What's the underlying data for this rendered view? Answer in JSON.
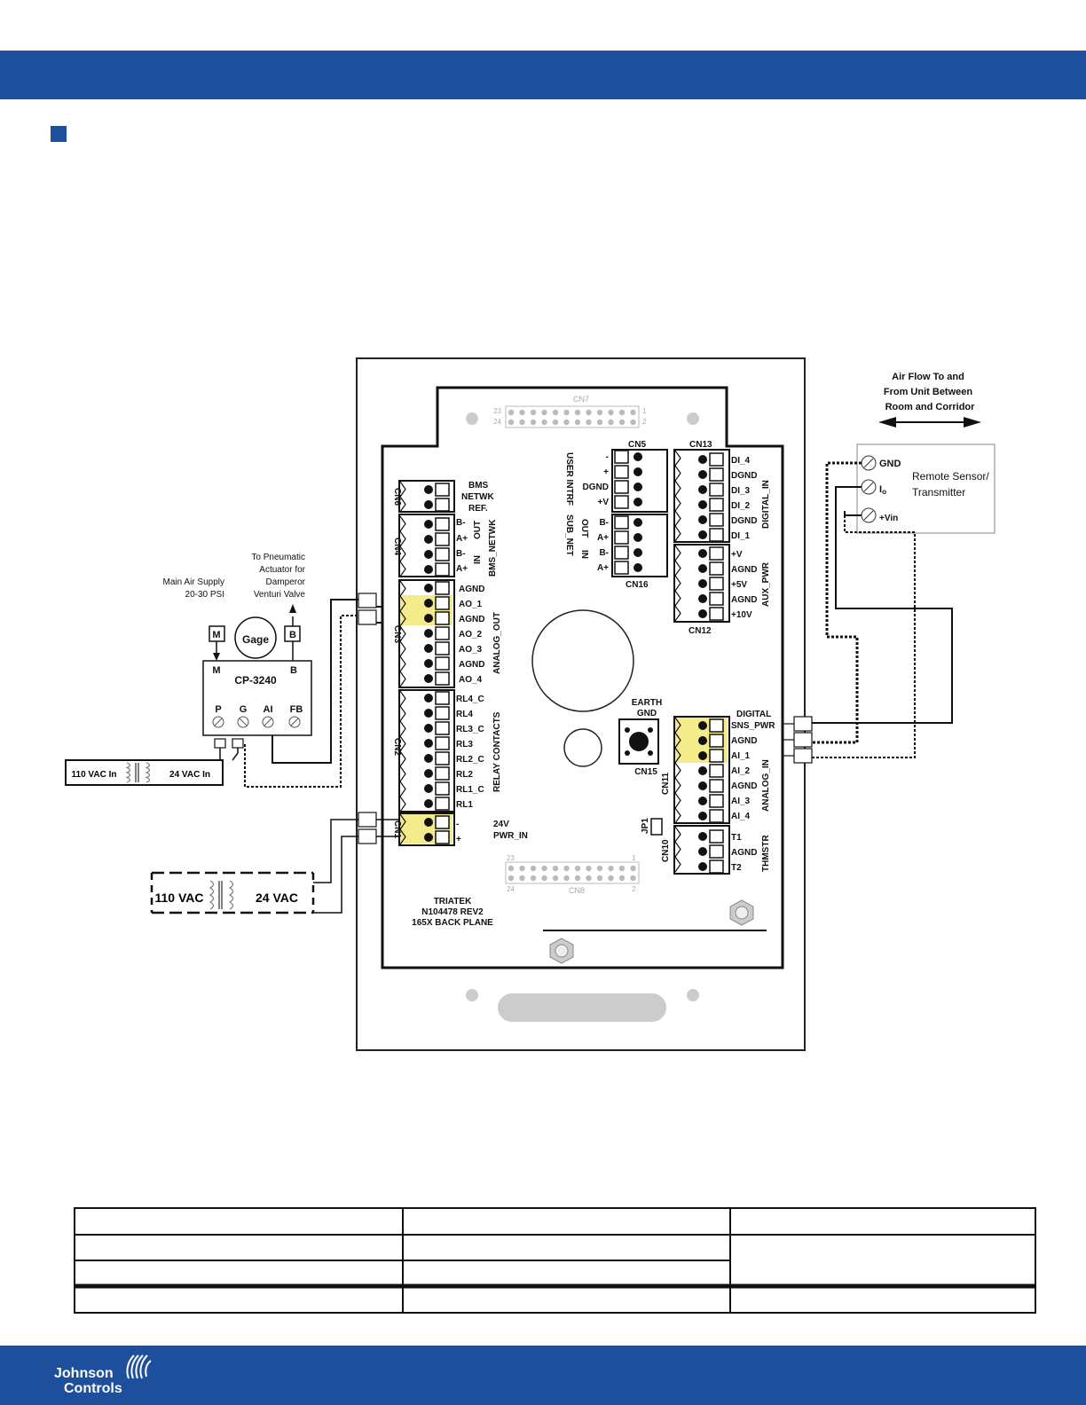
{
  "header": {
    "color": "#1d4f9c"
  },
  "diagram": {
    "board": {
      "name": "TRIATEK",
      "part": "N104478 REV2",
      "desc": "165X BACK PLANE",
      "cn7": "CN7",
      "cn8": "CN8",
      "cn7_pins": [
        "23",
        "24",
        "1",
        "2"
      ],
      "cn8_pins": [
        "23",
        "24",
        "1",
        "2"
      ],
      "earth": [
        "EARTH",
        "GND"
      ],
      "cn15": "CN15",
      "jp1": "JP1",
      "pwr_in": [
        "24V",
        "PWR_IN"
      ]
    },
    "connectors": {
      "cn6": "CN6",
      "cn4": "CN4",
      "cn3": "CN3",
      "cn2": "CN2",
      "cn1": "CN1",
      "cn5": "CN5",
      "cn16": "CN16",
      "cn13": "CN13",
      "cn12": "CN12",
      "cn11": "CN11",
      "cn10": "CN10"
    },
    "left_labels": {
      "bms": [
        "BMS",
        "NETWK",
        "REF."
      ],
      "cn4_pins": [
        "B-",
        "A+",
        "B-",
        "A+"
      ],
      "out": "OUT",
      "in": "IN",
      "bms_netwk": "BMS_NETWK",
      "cn3_pins": [
        "AGND",
        "AO_1",
        "AGND",
        "AO_2",
        "AO_3",
        "AGND",
        "AO_4"
      ],
      "analog_out": "ANALOG_OUT",
      "cn2_pins": [
        "RL4_C",
        "RL4",
        "RL3_C",
        "RL3",
        "RL2_C",
        "RL2",
        "RL1_C",
        "RL1"
      ],
      "relay": "RELAY CONTACTS",
      "cn1_pins": [
        "-",
        "+"
      ]
    },
    "mid_labels": {
      "cn5_pins": [
        "-",
        "+",
        "DGND",
        "+V"
      ],
      "cn16_pins": [
        "B-",
        "A+",
        "B-",
        "A+"
      ],
      "user": "USER INTRF",
      "sub": "SUB_NET",
      "out": "OUT",
      "in": "IN"
    },
    "right_labels": {
      "cn13_pins": [
        "DI_4",
        "DGND",
        "DI_3",
        "DI_2",
        "DGND",
        "DI_1"
      ],
      "digital_in": "DIGITAL_IN",
      "cn12_pins": [
        "+V",
        "AGND",
        "+5V",
        "AGND",
        "+10V"
      ],
      "aux_pwr": "AUX_PWR",
      "digital": "DIGITAL",
      "cn11_pins": [
        "SNS_PWR",
        "AGND",
        "AI_1",
        "AI_2",
        "AGND",
        "AI_3",
        "AI_4"
      ],
      "analog_in": "ANALOG_IN",
      "cn10_pins": [
        "T1",
        "AGND",
        "T2"
      ],
      "thmstr": "THMSTR"
    },
    "airflow": [
      "Air Flow To and",
      "From Unit Between",
      "Room and Corridor"
    ],
    "sensor": {
      "terms": [
        "GND",
        "I",
        "+Vin"
      ],
      "io_sub": "o",
      "title": [
        "Remote Sensor/",
        "Transmitter"
      ]
    },
    "pneumatic": {
      "to_label": [
        "To Pneumatic",
        "Actuator for",
        "Damperor",
        "Venturi Valve"
      ],
      "supply_label": [
        "Main Air Supply",
        "20-30 PSI"
      ],
      "m": "M",
      "b": "B",
      "gage": "Gage",
      "model": "CP-3240",
      "terms": [
        "P",
        "G",
        "AI",
        "FB"
      ]
    },
    "transformers": {
      "small": [
        "110 VAC In",
        "24 VAC In"
      ],
      "large": [
        "110 VAC",
        "24 VAC"
      ]
    },
    "highlight": "#f4ec8a"
  },
  "footer": {
    "logo": [
      "Johnson",
      "Controls"
    ]
  }
}
